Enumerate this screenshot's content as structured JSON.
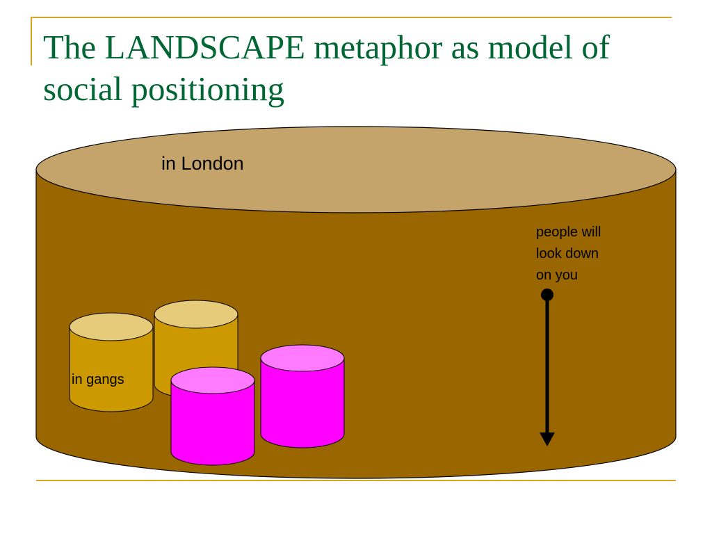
{
  "slide": {
    "title": "The LANDSCAPE metaphor as model of social positioning"
  },
  "diagram": {
    "outer_cylinder_label": "in London",
    "gang_cylinder_label": "in gangs",
    "arrow_label_lines": [
      "people will",
      "look down",
      "on you"
    ]
  },
  "colors": {
    "title": "#006633",
    "accent_rule": "#DAA520",
    "outer_body": "#996600",
    "outer_top": "#C4A46A",
    "gold_body": "#CC9900",
    "gold_top": "#E6CC7A",
    "magenta_body": "#FF00FF",
    "magenta_top": "#FF7AFF",
    "outline": "#000000"
  }
}
